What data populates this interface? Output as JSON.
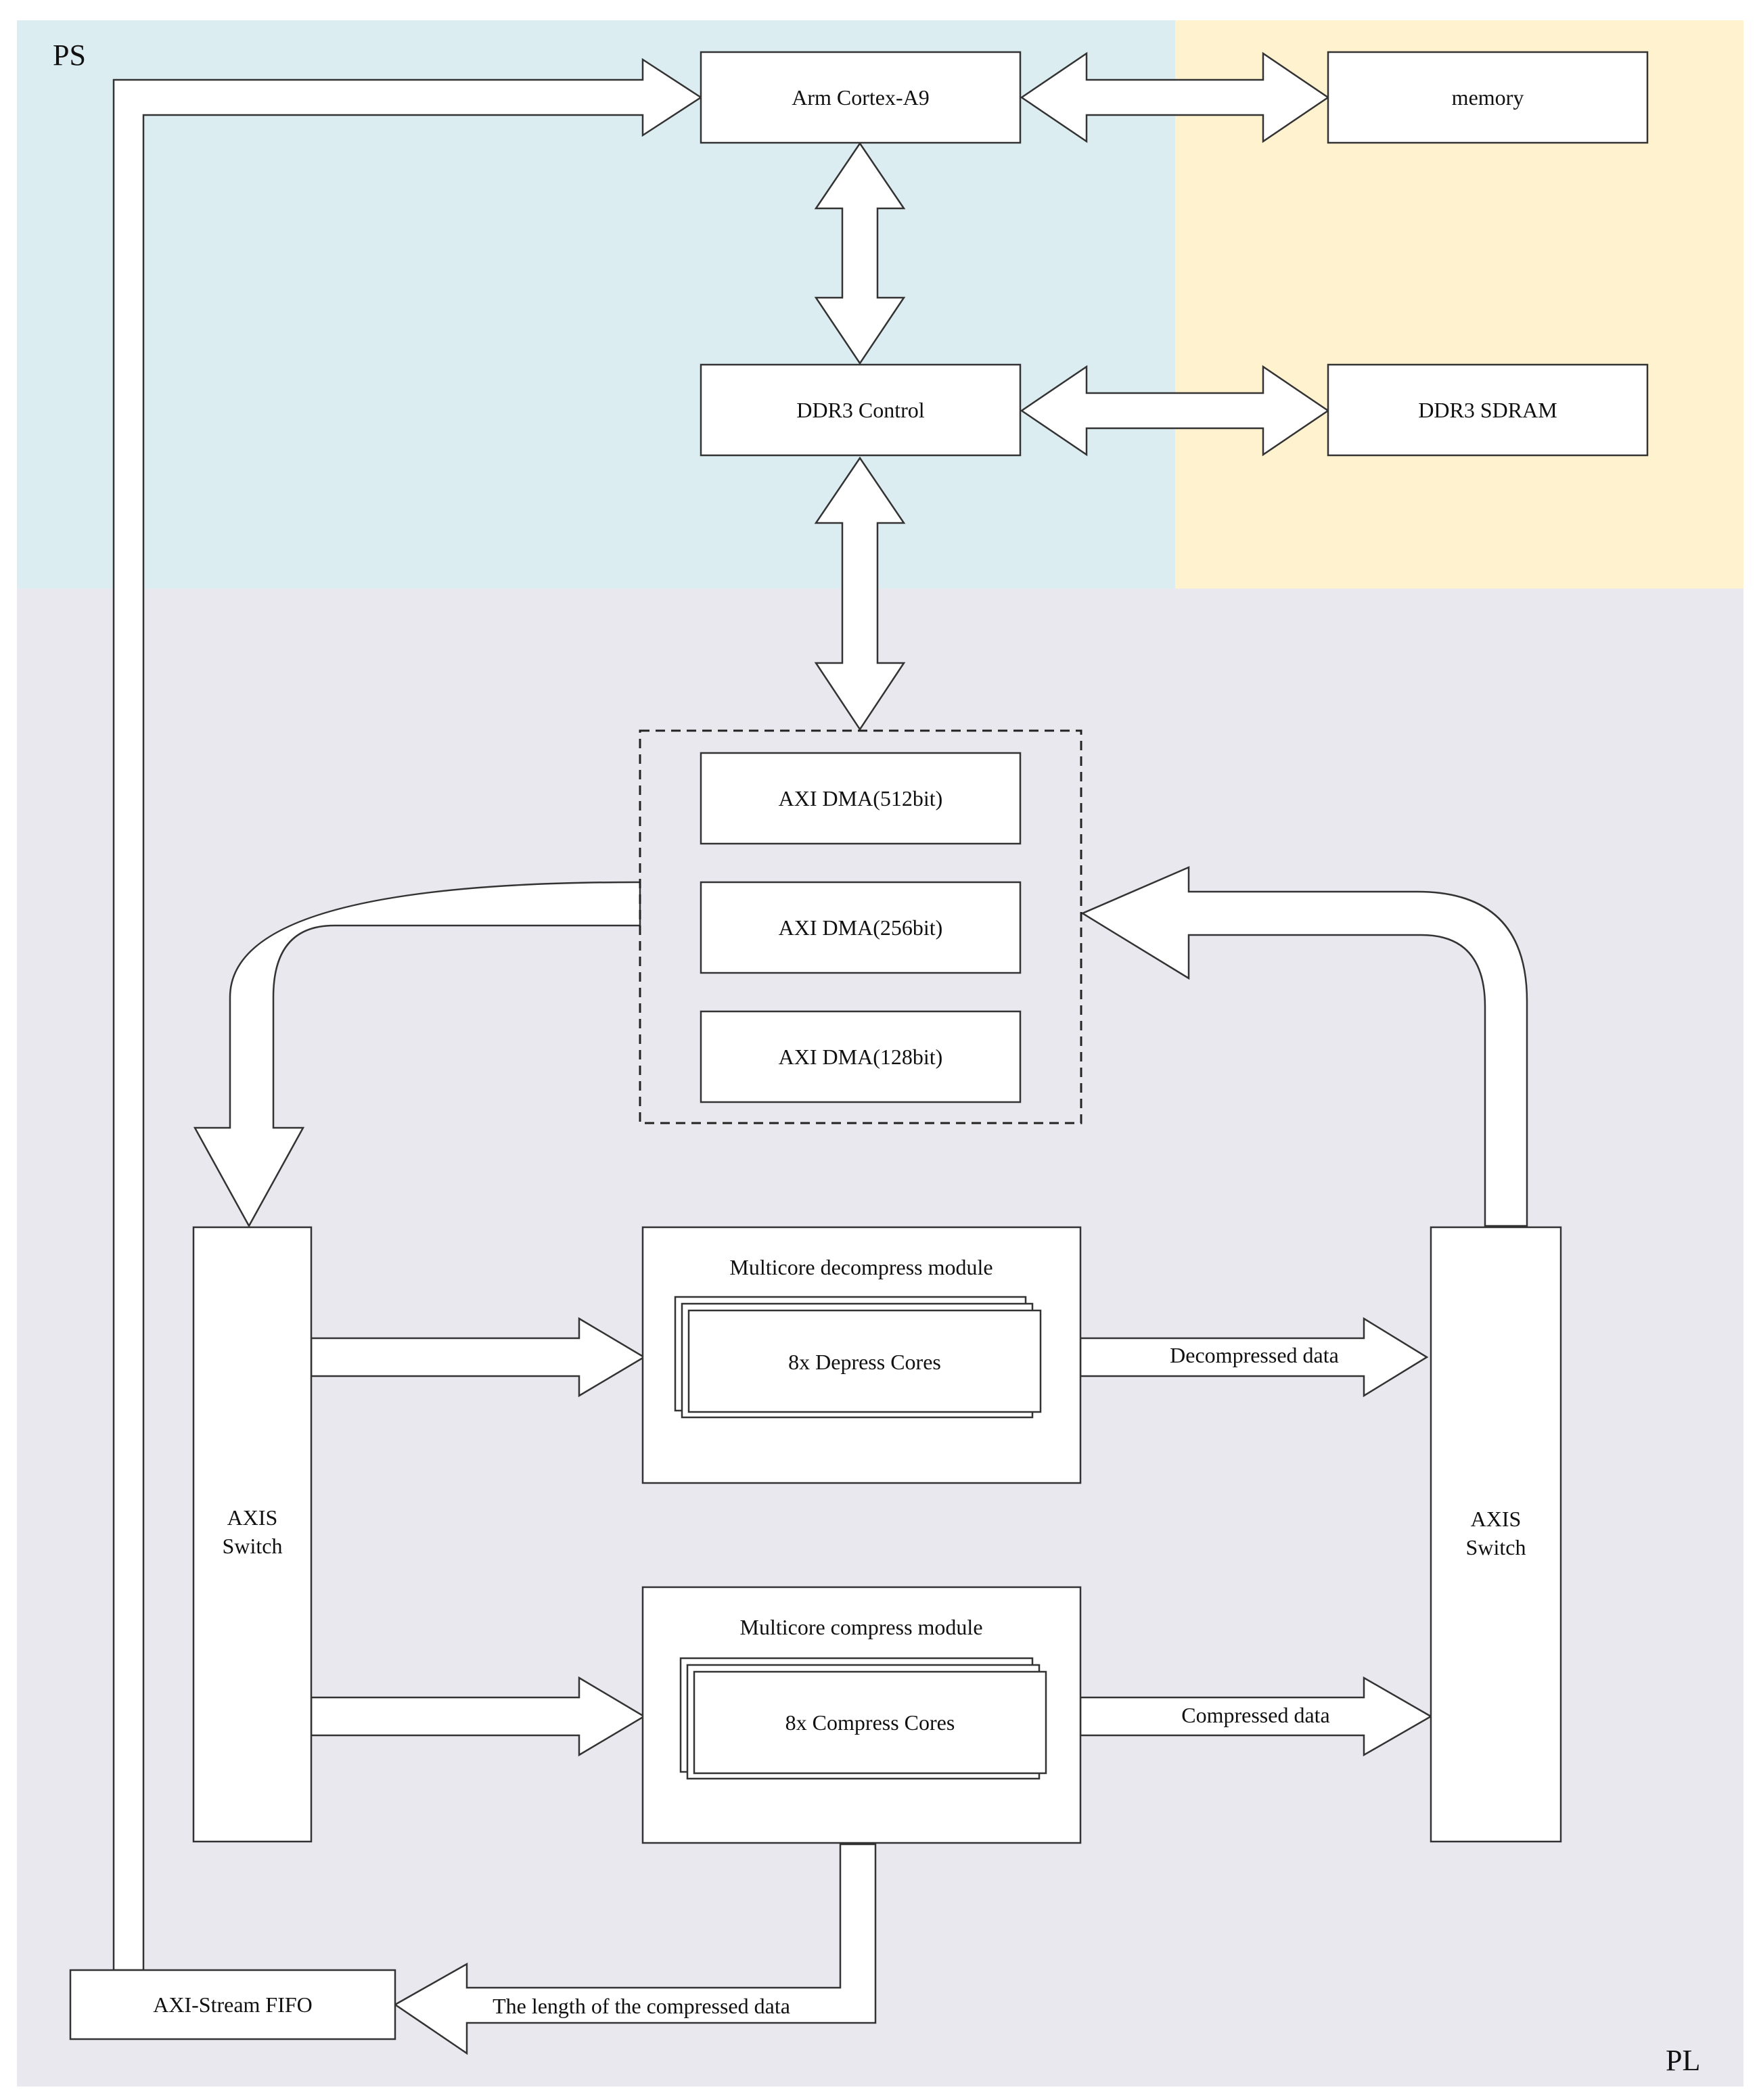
{
  "regions": {
    "ps_label": "PS",
    "pl_label": "PL",
    "ps_color": "#dcedf2",
    "ext_color": "#fff2cf",
    "pl_color": "#eae8ef"
  },
  "blocks": {
    "arm": "Arm Cortex-A9",
    "memory": "memory",
    "ddr_control": "DDR3 Control",
    "ddr_sdram": "DDR3 SDRAM",
    "dma_512": "AXI DMA(512bit)",
    "dma_256": "AXI DMA(256bit)",
    "dma_128": "AXI DMA(128bit)",
    "axis_switch_left_line1": "AXIS",
    "axis_switch_left_line2": "Switch",
    "axis_switch_right_line1": "AXIS",
    "axis_switch_right_line2": "Switch",
    "decompress_module": "Multicore decompress module",
    "depress_cores": "8x Depress Cores",
    "compress_module": "Multicore compress module",
    "compress_cores": "8x Compress Cores",
    "fifo": "AXI-Stream FIFO"
  },
  "edges": {
    "decompressed": "Decompressed data",
    "compressed": "Compressed data",
    "length": "The length of the compressed data"
  }
}
